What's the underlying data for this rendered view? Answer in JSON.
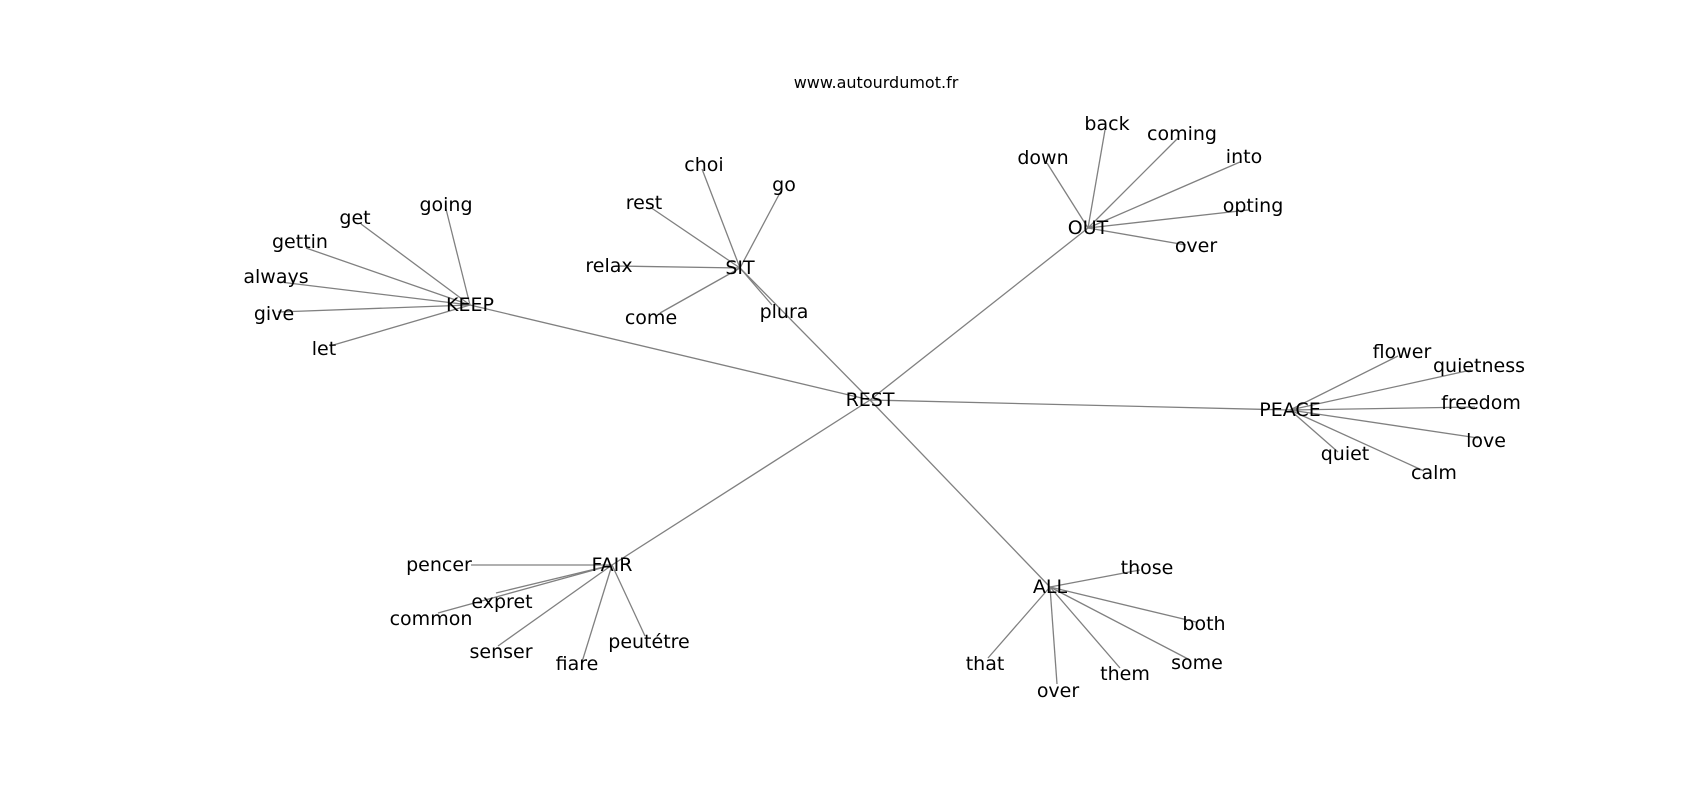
{
  "header": {
    "site": "www.autourdumot.fr"
  },
  "graph": {
    "center": "REST",
    "edge_color": "#808080",
    "groups": [
      {
        "hub": "KEEP",
        "words": [
          "going",
          "get",
          "gettin",
          "always",
          "give",
          "let"
        ]
      },
      {
        "hub": "SIT",
        "words": [
          "choi",
          "go",
          "rest",
          "relax",
          "come",
          "plura"
        ]
      },
      {
        "hub": "OUT",
        "words": [
          "back",
          "coming",
          "down",
          "into",
          "opting",
          "over"
        ]
      },
      {
        "hub": "PEACE",
        "words": [
          "flower",
          "quietness",
          "freedom",
          "love",
          "calm",
          "quiet"
        ]
      },
      {
        "hub": "FAIR",
        "words": [
          "pencer",
          "exрret",
          "common",
          "senser",
          "fiare",
          "peutétre"
        ]
      },
      {
        "hub": "ALL",
        "words": [
          "those",
          "both",
          "some",
          "them",
          "over",
          "that"
        ]
      }
    ]
  }
}
